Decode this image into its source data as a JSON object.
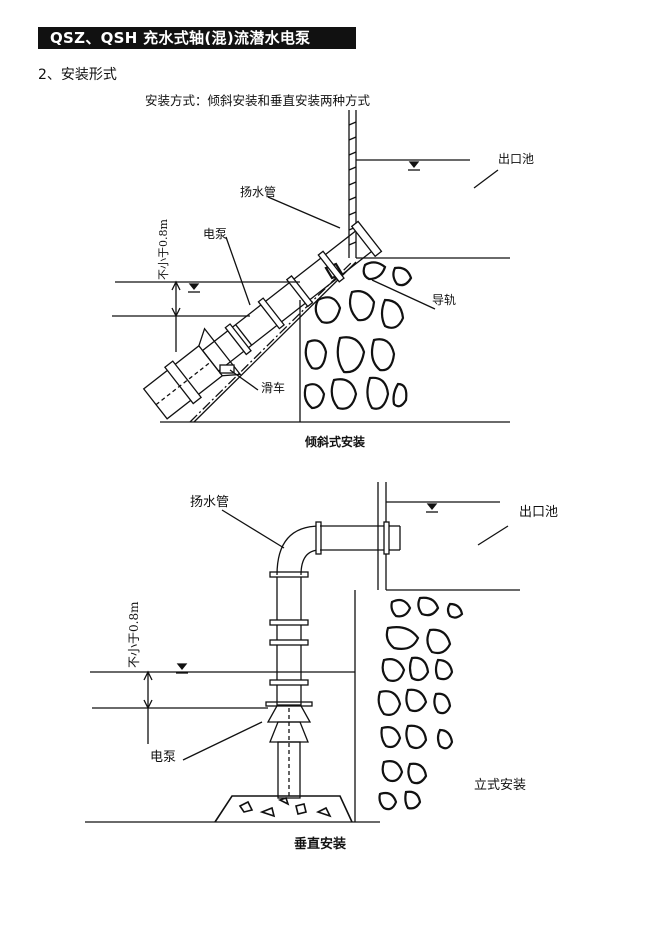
{
  "header": {
    "title": "QSZ、QSH 充水式轴(混)流潜水电泵"
  },
  "section": {
    "heading": "2、安装形式",
    "subtitle": "安装方式：倾斜安装和垂直安装两种方式"
  },
  "inclined": {
    "caption": "倾斜式安装",
    "labels": {
      "pipe": "扬水管",
      "pump": "电泵",
      "depth": "不小于0.8m",
      "outlet": "出口池",
      "rail": "导轨",
      "trolley": "滑车"
    }
  },
  "vertical": {
    "caption": "垂直安装",
    "labels": {
      "pipe": "扬水管",
      "pump": "电泵",
      "depth": "不小于0.8m",
      "outlet": "出口池",
      "standing": "立式安装"
    }
  }
}
